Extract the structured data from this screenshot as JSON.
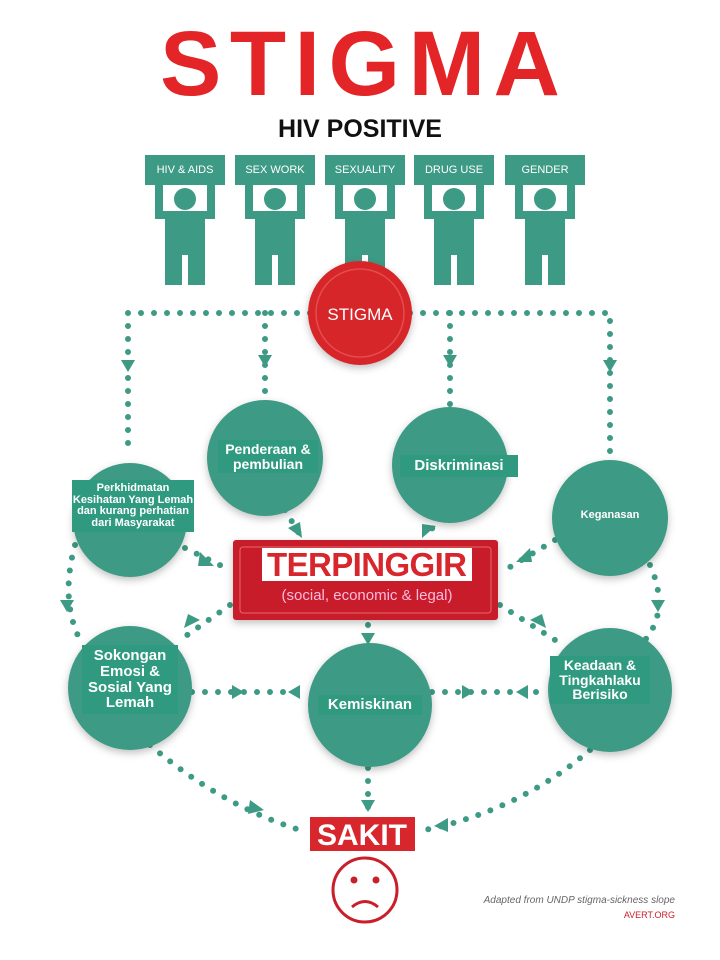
{
  "title": "STIGMA",
  "subtitle": "HIV POSITIVE",
  "signs": [
    "HIV & AIDS",
    "SEX WORK",
    "SEXUALITY",
    "DRUG USE",
    "GENDER"
  ],
  "center": "STIGMA",
  "nodes": {
    "penderaan": "Penderaan & pembulian",
    "diskriminasi": "Diskriminasi",
    "perkhidmatan": "Perkhidmatan Kesihatan Yang Lemah dan kurang perhatian dari Masyarakat",
    "keganasan": "Keganasan",
    "sokongan": "Sokongan Emosi & Sosial Yang Lemah",
    "kemiskinan": "Kemiskinan",
    "keadaan": "Keadaan & Tingkahlaku Berisiko"
  },
  "terpinggir": {
    "title": "TERPINGGIR",
    "sub": "(social, economic & legal)"
  },
  "sakit": "SAKIT",
  "footer": {
    "credit": "Adapted from UNDP stigma-sickness slope",
    "source": "AVERT.ORG"
  },
  "colors": {
    "red": "#e32528",
    "teal": "#3d9a84",
    "label": "#2f9a80"
  }
}
